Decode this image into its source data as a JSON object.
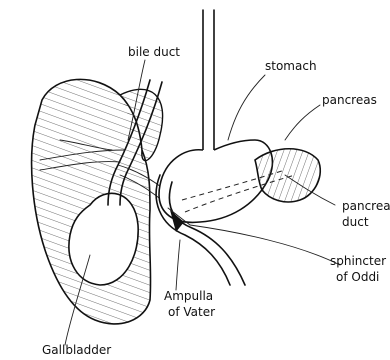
{
  "labels": {
    "bile_duct": "bile duct",
    "stomach": "stomach",
    "pancreas": "pancreas",
    "pancreas_duct_line1": "pancreas",
    "pancreas_duct_line2": "duct",
    "sphincter_line1": "sphincter",
    "sphincter_line2": "of Oddi",
    "ampulla_line1": "Ampulla",
    "ampulla_line2": "of Vater",
    "gallbladder": "Gallbladder"
  }
}
